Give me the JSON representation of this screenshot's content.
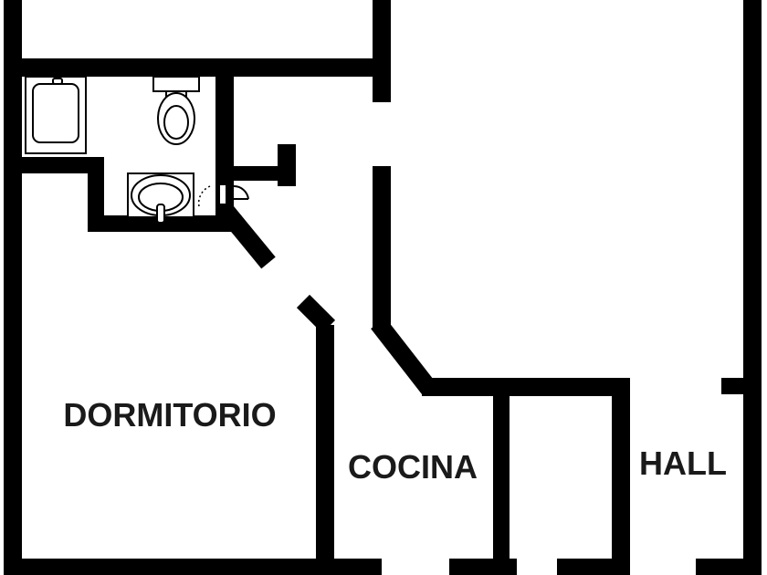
{
  "colors": {
    "wall": "#000000",
    "fixture_stroke": "#000000",
    "fixture_fill": "#ffffff",
    "label": "#1a1a1a",
    "background": "#ffffff"
  },
  "rooms": {
    "dormitorio": "DORMITORIO",
    "cocina": "COCINA",
    "hall": "HALL"
  },
  "fixtures": {
    "bathtub": "bathtub-icon",
    "toilet": "toilet-icon",
    "sink": "sink-icon",
    "door_swing": "door-swing-icon"
  }
}
